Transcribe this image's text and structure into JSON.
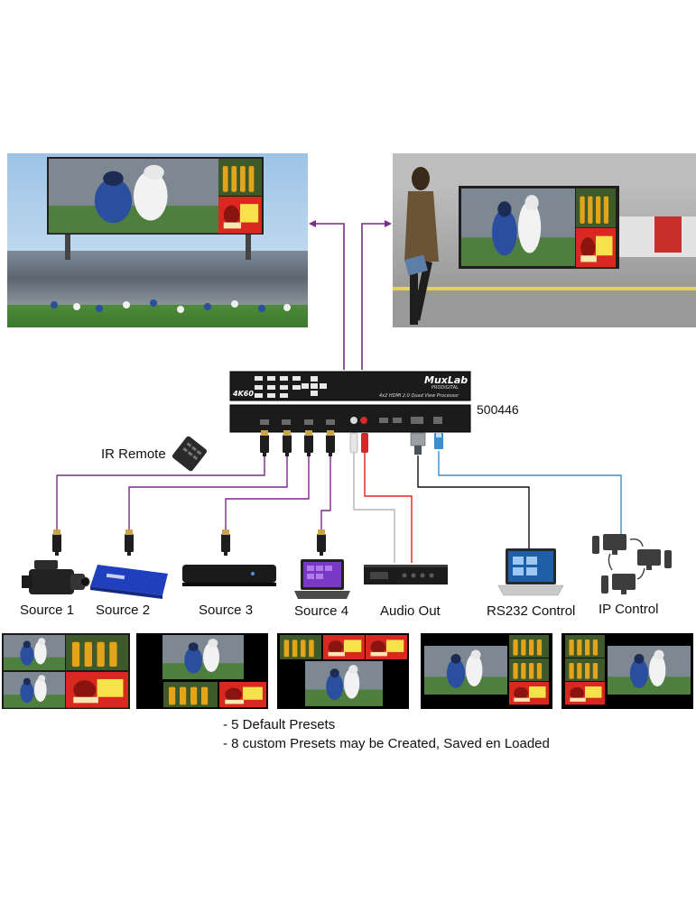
{
  "device": {
    "brand": "MuxLab",
    "brand_sub": "PRODIGITAL",
    "model_desc": "4x2 HDMI 2.0 Quad View Processor",
    "badge": "4K60",
    "model_number": "500446"
  },
  "labels": {
    "ir_remote": "IR Remote",
    "source1": "Source 1",
    "source2": "Source 2",
    "source3": "Source 3",
    "source4": "Source 4",
    "audio_out": "Audio Out",
    "rs232": "RS232 Control",
    "ip_control": "IP Control"
  },
  "notes": [
    "- 5 Default Presets",
    "- 8 custom Presets may be Created, Saved en Loaded"
  ],
  "colors": {
    "hdmi_line": "#7a2a8a",
    "audio_red": "#d62828",
    "audio_white": "#b5b5b5",
    "rs232_line": "#111111",
    "ip_line": "#3a8fd0",
    "arrow": "#7a2a8a",
    "preset_border": "#1a1a1a"
  },
  "icons": [
    "camcorder-icon",
    "media-player-icon",
    "blu-ray-player-icon",
    "laptop-icon",
    "amplifier-icon",
    "ip-network-icon",
    "ir-remote-icon",
    "hdmi-plug-icon"
  ]
}
